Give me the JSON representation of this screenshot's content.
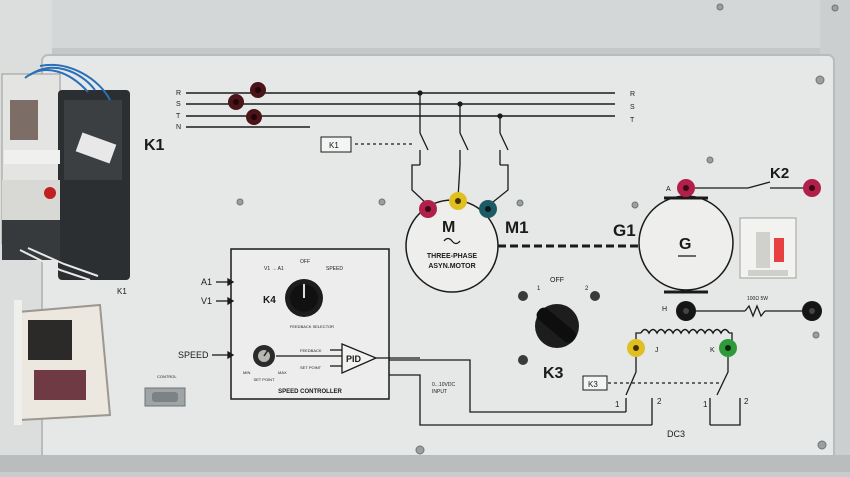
{
  "power_lines": {
    "left": {
      "r": "R",
      "s": "S",
      "t": "T",
      "n": "N"
    },
    "right": {
      "r": "R",
      "s": "S",
      "t": "T"
    }
  },
  "contactor": {
    "label": "K1",
    "sub_label": "K1"
  },
  "k1_coil_box": "K1",
  "motor": {
    "symbol": "M",
    "tag": "M1",
    "line1": "THREE-PHASE",
    "line2": "ASYN.MOTOR"
  },
  "generator": {
    "symbol": "G",
    "tag": "G1",
    "terminal_a": "A",
    "terminal_h": "H"
  },
  "breaker": {
    "label": "K2"
  },
  "speed_controller": {
    "title": "SPEED CONTROLLER",
    "knob_label": "K4",
    "input_a1": "A1",
    "input_v1": "V1",
    "input_speed": "SPEED",
    "pid": "PID",
    "dial_top_left": "V1 → A1",
    "dial_top_mid": "OFF",
    "dial_top_right": "SPEED",
    "dial_bottom": "FEEDBACK SELECTOR",
    "feedback_text": "FEEDBACK",
    "set_point_text": "SET POINT",
    "pot_left": "MIN",
    "pot_right": "MAX",
    "pot_bottom": "SET POINT"
  },
  "selector_k3": {
    "label": "K3",
    "off": "OFF",
    "pos1": "1",
    "pos2": "2"
  },
  "field_coil": {
    "terminal_j": "J",
    "terminal_k": "K"
  },
  "k3_box": "K3",
  "dc3": {
    "label": "DC3",
    "terminals": [
      "1",
      "2",
      "1",
      "2"
    ]
  },
  "labels": {
    "voltage_input": "0...10VDC",
    "voltage_input2": "INPUT",
    "resistor_label": "100Ω 5W",
    "connector_label": "CONTROL"
  },
  "colors": {
    "panel": "#e6e8e8",
    "banana_red": "#b02048",
    "banana_yellow": "#e0c020",
    "banana_teal": "#1e5a64",
    "banana_green": "#2e9a3a",
    "banana_black": "#151515",
    "line": "#1a1a1a"
  }
}
